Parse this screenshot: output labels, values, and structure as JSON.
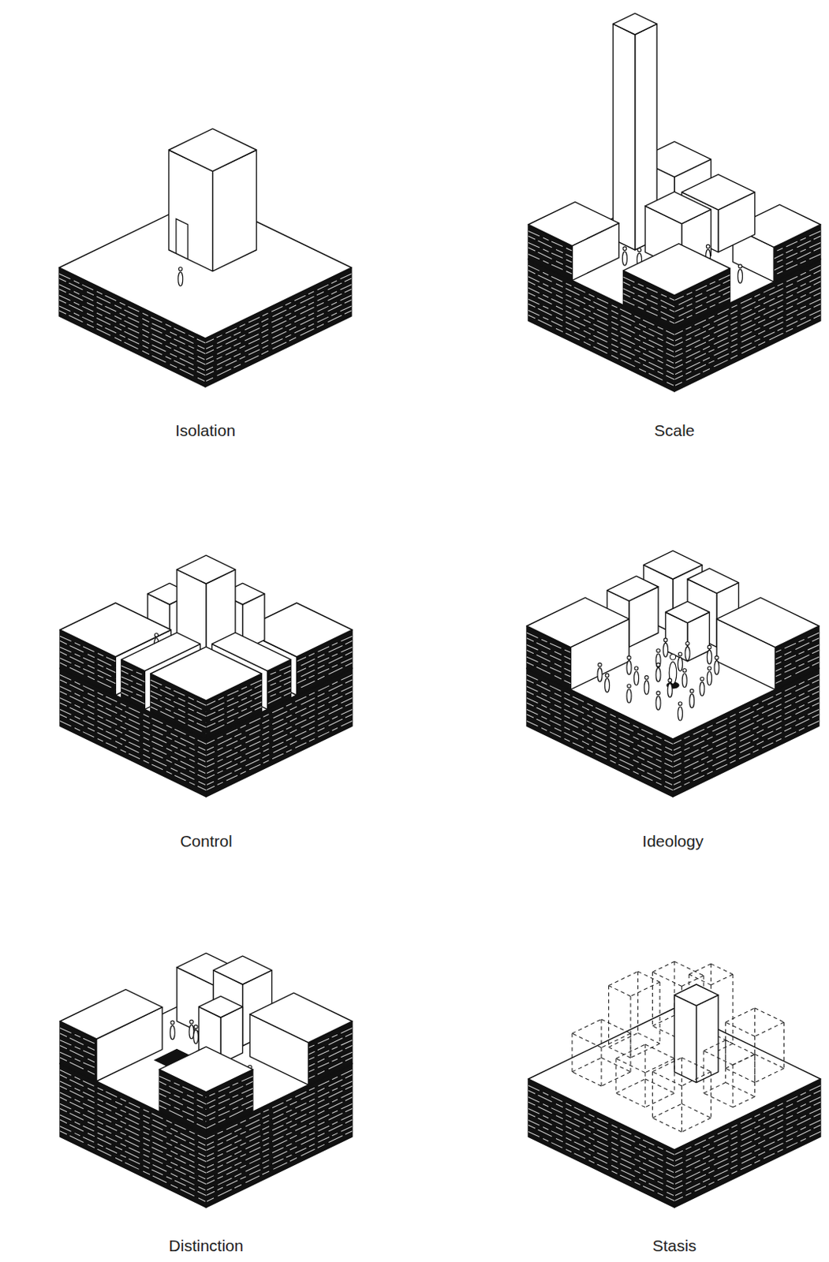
{
  "diagram": {
    "labels": [
      "Isolation",
      "Scale",
      "Control",
      "Ideology",
      "Distinction",
      "Stasis"
    ]
  }
}
